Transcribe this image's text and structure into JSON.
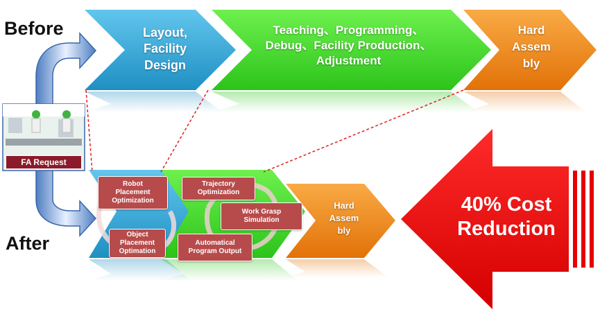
{
  "labels": {
    "before": "Before",
    "after": "After"
  },
  "before_flow": {
    "layout": "Layout,\nFacility\nDesign",
    "teaching": "Teaching、Programming、\nDebug、Facility Production、\nAdjustment",
    "hard": "Hard\nAssem\nbly"
  },
  "after_flow": {
    "robot_placement": "Robot\nPlacement\nOptimization",
    "object_placement": "Object\nPlacement\nOptimation",
    "trajectory": "Trajectory\nOptimization",
    "work_grasp": "Work Grasp\nSimulation",
    "auto_program": "Automatical\nProgram Output",
    "hard": "Hard\nAssem\nbly"
  },
  "fa_request": "FA Request",
  "cost_reduction": "40% Cost\nReduction",
  "colors": {
    "blue": "#2aa6d8",
    "green": "#3fd629",
    "orange": "#f08a1c",
    "red": "#e60000",
    "box_red": "#b74b4b"
  }
}
